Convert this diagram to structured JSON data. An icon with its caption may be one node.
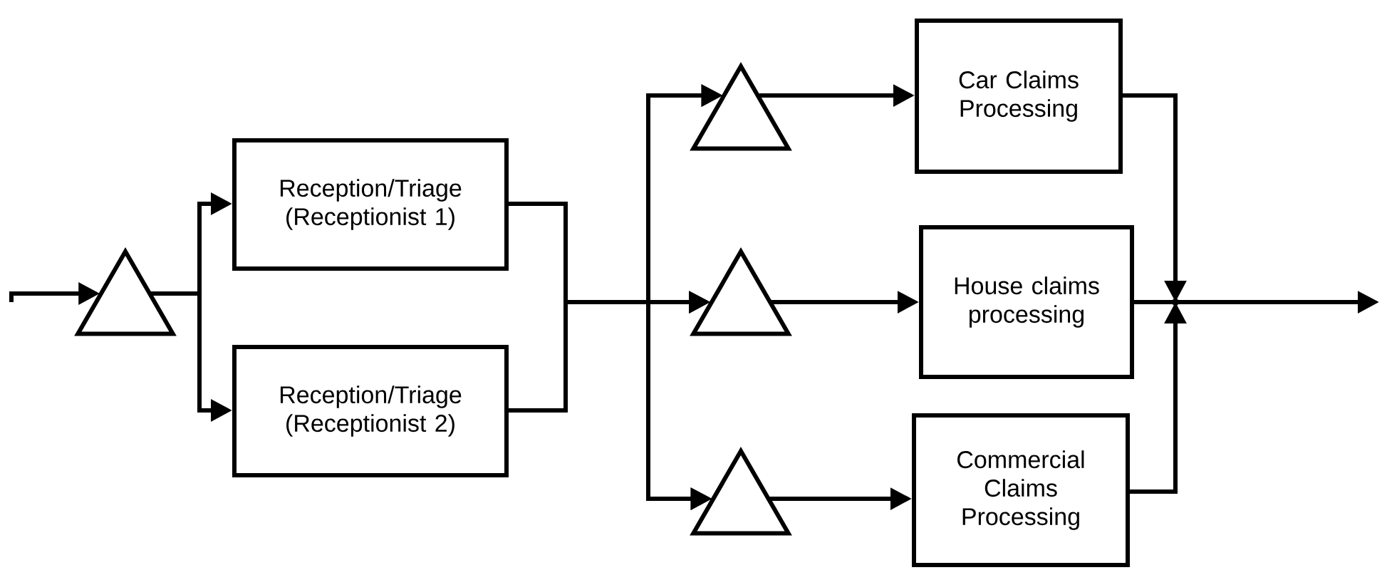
{
  "diagram": {
    "nodes": [
      {
        "text": [],
        "shape": "triangle"
      },
      {
        "text": [
          "Reception/Triage (Receptionist 1)"
        ]
      },
      {
        "text": [
          "Reception/Triage (Receptionist 2)"
        ]
      },
      {
        "text": [],
        "shape": "triangle"
      },
      {
        "text": [],
        "shape": "triangle"
      },
      {
        "text": [],
        "shape": "triangle"
      },
      {
        "text": [
          "Car Claims Processing"
        ]
      },
      {
        "text": [
          "House claims processing"
        ]
      },
      {
        "text": [
          "Commercial Claims Processing"
        ]
      },
      {
        "text": [],
        "shape": "junction"
      }
    ],
    "edges": [
      {
        "from": null,
        "to": 0,
        "arrow": "to"
      },
      {
        "from": 0,
        "to": 1,
        "arrow": "to"
      },
      {
        "from": 0,
        "to": 2,
        "arrow": "to"
      },
      {
        "from": 1,
        "to": 3,
        "arrow": "to"
      },
      {
        "from": 1,
        "to": 4,
        "arrow": "to"
      },
      {
        "from": 1,
        "to": 5,
        "arrow": "to"
      },
      {
        "from": 2,
        "to": 3,
        "arrow": "to"
      },
      {
        "from": 2,
        "to": 4,
        "arrow": "to"
      },
      {
        "from": 2,
        "to": 5,
        "arrow": "to"
      },
      {
        "from": 3,
        "to": 6,
        "arrow": "to"
      },
      {
        "from": 4,
        "to": 7,
        "arrow": "to"
      },
      {
        "from": 5,
        "to": 8,
        "arrow": "to"
      },
      {
        "from": 6,
        "to": 9,
        "arrow": "to"
      },
      {
        "from": 7,
        "to": 9,
        "arrow": "none"
      },
      {
        "from": 8,
        "to": 9,
        "arrow": "to"
      },
      {
        "from": 9,
        "to": null,
        "arrow": "to"
      }
    ]
  }
}
